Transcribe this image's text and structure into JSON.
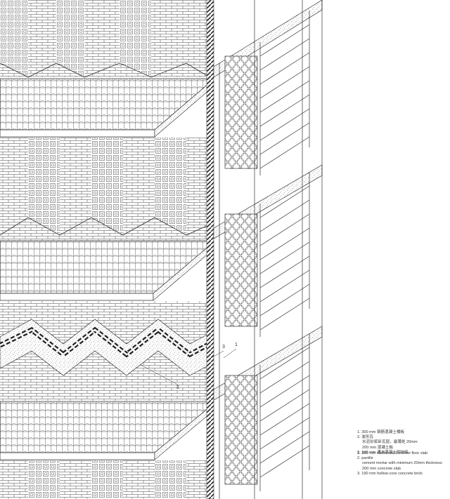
{
  "callouts": {
    "c1": "1",
    "c2": "2",
    "c3": "3"
  },
  "legend_zh": {
    "item1": "1. 300 mm 钢筋混凝土楼板",
    "item2": "2. 波形瓦",
    "item2_sub1": "水泥砂浆卧瓦层，最薄处 20mm",
    "item2_sub2": "200 mm 混凝土板",
    "item3": "3. 190 mm 通水混凝土砌块砖"
  },
  "legend_en": {
    "item1": "1. 300 mm reinforced concrete floor slab",
    "item2": "2. pantile",
    "item2_sub1": "cement mortar with minimum 20mm thickness",
    "item2_sub2": "200 mm concrete slab",
    "item3": "3. 190 mm hollow-core concrete brick"
  },
  "colors": {
    "line": "#333333",
    "background": "#ffffff",
    "hatch_dark": "#222222"
  }
}
